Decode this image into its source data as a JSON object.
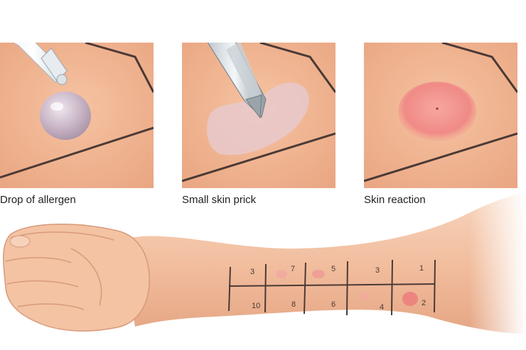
{
  "panels": [
    {
      "caption": "Drop of allergen"
    },
    {
      "caption": "Small skin prick"
    },
    {
      "caption": "Skin reaction"
    }
  ],
  "grid": {
    "top_labels": [
      "3",
      "7",
      "5",
      "3",
      "1"
    ],
    "bottom_labels": [
      "10",
      "8",
      "6",
      "4",
      "2"
    ]
  },
  "colors": {
    "skin": "#f2b995",
    "skin_dark": "#e6a07c",
    "line": "#4b3a35",
    "reaction": "#f08a86"
  }
}
